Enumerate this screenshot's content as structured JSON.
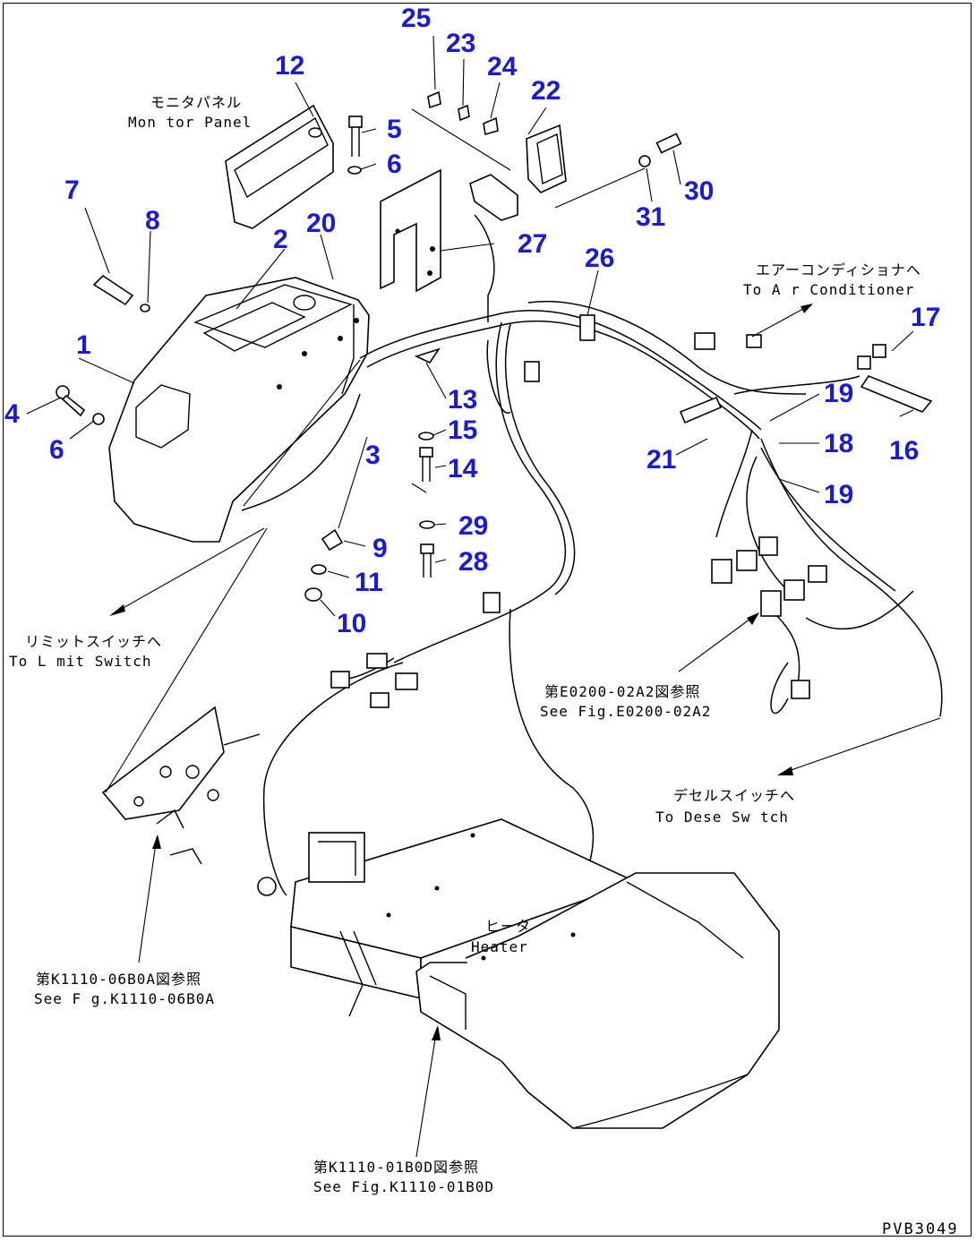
{
  "callouts": {
    "n1": "1",
    "n2": "2",
    "n3": "3",
    "n4": "4",
    "n5": "5",
    "n6a": "6",
    "n6b": "6",
    "n7": "7",
    "n8": "8",
    "n9": "9",
    "n10": "10",
    "n11": "11",
    "n12": "12",
    "n13": "13",
    "n14": "14",
    "n15": "15",
    "n16": "16",
    "n17": "17",
    "n18": "18",
    "n19a": "19",
    "n19b": "19",
    "n20": "20",
    "n21": "21",
    "n22": "22",
    "n23": "23",
    "n24": "24",
    "n25": "25",
    "n26": "26",
    "n27": "27",
    "n28": "28",
    "n29": "29",
    "n30": "30",
    "n31": "31"
  },
  "labels": {
    "monitor_panel_jp": "モニタパネル",
    "monitor_panel_en": "Mon tor Panel",
    "air_con_jp": "エアーコンディショナへ",
    "air_con_en": "To A r Conditioner",
    "limit_switch_jp": "リミットスイッチへ",
    "limit_switch_en": "To L mit Switch",
    "e0200_jp": "第E0200-02A2図参照",
    "e0200_en": "See Fig.E0200-02A2",
    "decel_switch_jp": "デセルスイッチへ",
    "decel_switch_en": "To Dese  Sw tch",
    "k1110_06b0a_jp": "第K1110-06B0A図参照",
    "k1110_06b0a_en": "See F g.K1110-06B0A",
    "heater_jp": "ヒータ",
    "heater_en": "Heater",
    "k1110_01b0d_jp": "第K1110-01B0D図参照",
    "k1110_01b0d_en": "See Fig.K1110-01B0D",
    "page_code": "PVB3049"
  },
  "colors": {
    "callout": "#1a1adc",
    "line": "#000000",
    "background": "#ffffff"
  }
}
